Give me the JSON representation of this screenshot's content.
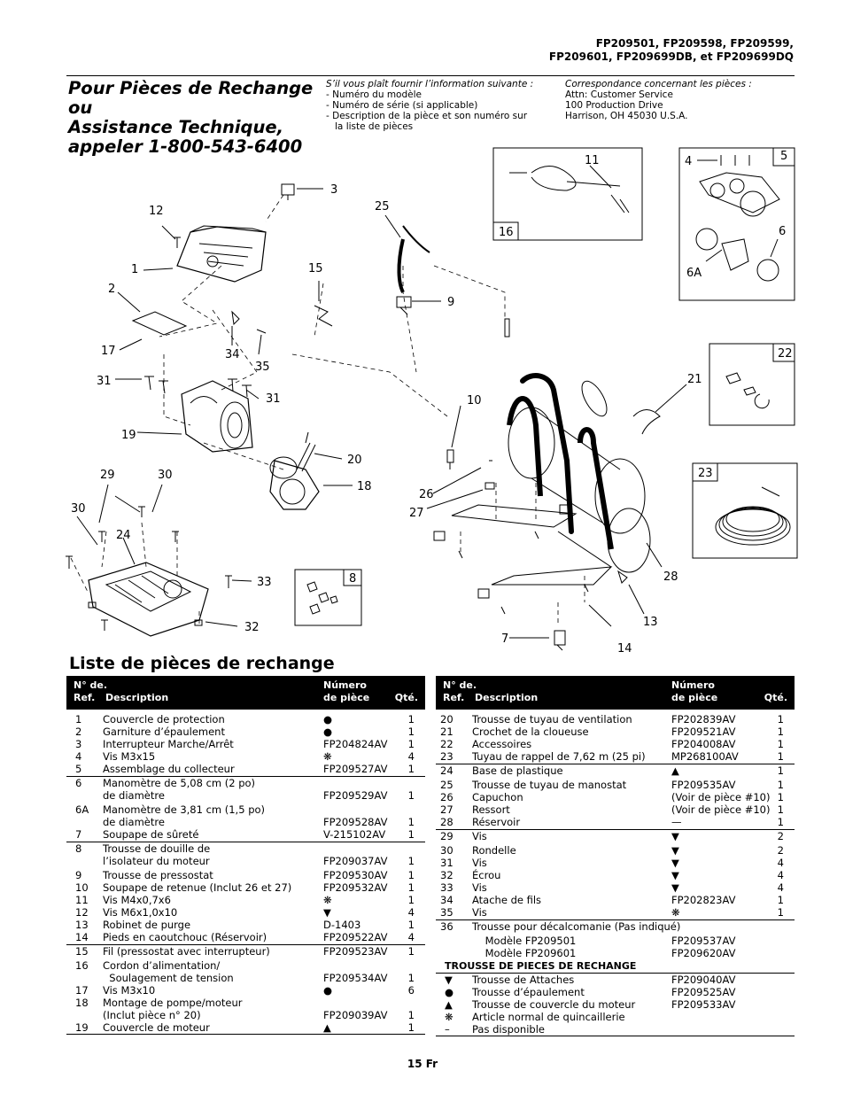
{
  "header": {
    "models_line1": "FP209501, FP209598, FP209599,",
    "models_line2": "FP209601, FP209699DB, et FP209699DQ",
    "title_line1": "Pour Pièces de Rechange ou",
    "title_line2": "Assistance Technique,",
    "title_line3": "appeler 1-800-543-6400",
    "info_intro": "S’il vous plaît fournir l’information suivante :",
    "info_items": [
      "- Numéro du modèle",
      "- Numéro de série (si applicable)",
      "- Description de la pièce et son numéro sur",
      "   la liste de pièces"
    ],
    "corr_title": "Correspondance concernant les pièces :",
    "corr_lines": [
      "Attn: Customer Service",
      "100 Production Drive",
      "Harrison, OH 45030 U.S.A."
    ]
  },
  "diagram": {
    "callouts": [
      "1",
      "2",
      "3",
      "4",
      "5",
      "6",
      "6A",
      "7",
      "8",
      "9",
      "10",
      "11",
      "12",
      "13",
      "14",
      "15",
      "16",
      "17",
      "18",
      "19",
      "20",
      "21",
      "22",
      "23",
      "24",
      "25",
      "26",
      "27",
      "28",
      "29",
      "30",
      "31",
      "32",
      "33",
      "34",
      "35"
    ]
  },
  "parts": {
    "title": "Liste de pièces de rechange",
    "col_ref1": "N° de.",
    "col_ref2": "Ref.",
    "col_desc": "Description",
    "col_num1": "Número",
    "col_num2": "de pièce",
    "col_qty": "Qté.",
    "left_rows": [
      {
        "ref": "1",
        "desc": "Couvercle de protection",
        "num": "●",
        "qty": "1"
      },
      {
        "ref": "2",
        "desc": "Garniture d’épaulement",
        "num": "●",
        "qty": "1"
      },
      {
        "ref": "3",
        "desc": "Interrupteur Marche/Arrêt",
        "num": "FP204824AV",
        "qty": "1"
      },
      {
        "ref": "4",
        "desc": "Vis M3x15",
        "num": "❋",
        "qty": "4"
      },
      {
        "ref": "5",
        "desc": "Assemblage du collecteur",
        "num": "FP209527AV",
        "qty": "1"
      },
      {
        "ref": "6",
        "desc": "Manomètre de 5,08 cm (2 po)",
        "desc2": "de diamètre",
        "num": "FP209529AV",
        "qty": "1"
      },
      {
        "ref": "6A",
        "desc": "Manomètre de 3,81 cm (1,5 po)",
        "desc2": "de diamètre",
        "num": "FP209528AV",
        "qty": "1"
      },
      {
        "ref": "7",
        "desc": "Soupape de sûreté",
        "num": "V-215102AV",
        "qty": "1"
      },
      {
        "ref": "8",
        "desc": "Trousse de douille de",
        "desc2": "l’isolateur du moteur",
        "num": "FP209037AV",
        "qty": "1"
      },
      {
        "ref": "9",
        "desc": "Trousse de pressostat",
        "num": "FP209530AV",
        "qty": "1"
      },
      {
        "ref": "10",
        "desc": "Soupape de retenue (Inclut 26 et 27)",
        "num": "FP209532AV",
        "qty": "1"
      },
      {
        "ref": "11",
        "desc": "Vis M4x0,7x6",
        "num": "❋",
        "qty": "1"
      },
      {
        "ref": "12",
        "desc": "Vis M6x1,0x10",
        "num": "▼",
        "qty": "4"
      },
      {
        "ref": "13",
        "desc": "Robinet de purge",
        "num": "D-1403",
        "qty": "1"
      },
      {
        "ref": "14",
        "desc": "Pieds en caoutchouc (Réservoir)",
        "num": "FP209522AV",
        "qty": "4"
      },
      {
        "ref": "15",
        "desc": "Fil (pressostat avec interrupteur)",
        "num": "FP209523AV",
        "qty": "1"
      },
      {
        "ref": "16",
        "desc": "Cordon d’alimentation/",
        "desc2": "  Soulagement de tension",
        "num": "FP209534AV",
        "qty": "1"
      },
      {
        "ref": "17",
        "desc": "Vis M3x10",
        "num": "●",
        "qty": "6"
      },
      {
        "ref": "18",
        "desc": "Montage de pompe/moteur",
        "desc2": "(Inclut pièce n° 20)",
        "num": "FP209039AV",
        "qty": "1"
      },
      {
        "ref": "19",
        "desc": "Couvercle de moteur",
        "num": "▲",
        "qty": "1"
      }
    ],
    "right_rows": [
      {
        "ref": "20",
        "desc": "Trousse de tuyau de ventilation",
        "num": "FP202839AV",
        "qty": "1"
      },
      {
        "ref": "21",
        "desc": "Crochet de la cloueuse",
        "num": "FP209521AV",
        "qty": "1"
      },
      {
        "ref": "22",
        "desc": "Accessoires",
        "num": "FP204008AV",
        "qty": "1"
      },
      {
        "ref": "23",
        "desc": "Tuyau de rappel de 7,62 m (25 pi)",
        "num": "MP268100AV",
        "qty": "1"
      },
      {
        "ref": "24",
        "desc": "Base de plastique",
        "num": "▲",
        "qty": "1"
      },
      {
        "ref": "25",
        "desc": "Trousse de tuyau de manostat",
        "num": "FP209535AV",
        "qty": "1"
      },
      {
        "ref": "26",
        "desc": "Capuchon",
        "num": "(Voir de pièce #10)",
        "qty": "1"
      },
      {
        "ref": "27",
        "desc": "Ressort",
        "num": "(Voir de pièce #10)",
        "qty": "1"
      },
      {
        "ref": "28",
        "desc": "Réservoir",
        "num": "—",
        "qty": "1"
      },
      {
        "ref": "29",
        "desc": "Vis",
        "num": "▼",
        "qty": "2"
      },
      {
        "ref": "30",
        "desc": "Rondelle",
        "num": "▼",
        "qty": "2"
      },
      {
        "ref": "31",
        "desc": "Vis",
        "num": "▼",
        "qty": "4"
      },
      {
        "ref": "32",
        "desc": "Écrou",
        "num": "▼",
        "qty": "4"
      },
      {
        "ref": "33",
        "desc": "Vis",
        "num": "▼",
        "qty": "4"
      },
      {
        "ref": "34",
        "desc": "Atache de fils",
        "num": "FP202823AV",
        "qty": "1"
      },
      {
        "ref": "35",
        "desc": "Vis",
        "num": "❋",
        "qty": "1"
      },
      {
        "ref": "36",
        "desc": "Trousse pour décalcomanie (Pas indiqué)",
        "num": "",
        "qty": ""
      },
      {
        "ref": "",
        "desc": "    Modèle FP209501",
        "num": "FP209537AV",
        "qty": ""
      },
      {
        "ref": "",
        "desc": "    Modèle FP209601",
        "num": "FP209620AV",
        "qty": ""
      }
    ],
    "kits_title": "TROUSSE DE PIECES DE RECHANGE",
    "kits": [
      {
        "sym": "▼",
        "desc": "Trousse de Attaches",
        "num": "FP209040AV"
      },
      {
        "sym": "●",
        "desc": "Trousse d’épaulement",
        "num": "FP209525AV"
      },
      {
        "sym": "▲",
        "desc": "Trousse de couvercle du moteur",
        "num": "FP209533AV"
      },
      {
        "sym": "❋",
        "desc": "Article normal de quincaillerie",
        "num": ""
      },
      {
        "sym": "–",
        "desc": "Pas disponible",
        "num": ""
      }
    ]
  },
  "footer": {
    "page": "15 Fr"
  }
}
